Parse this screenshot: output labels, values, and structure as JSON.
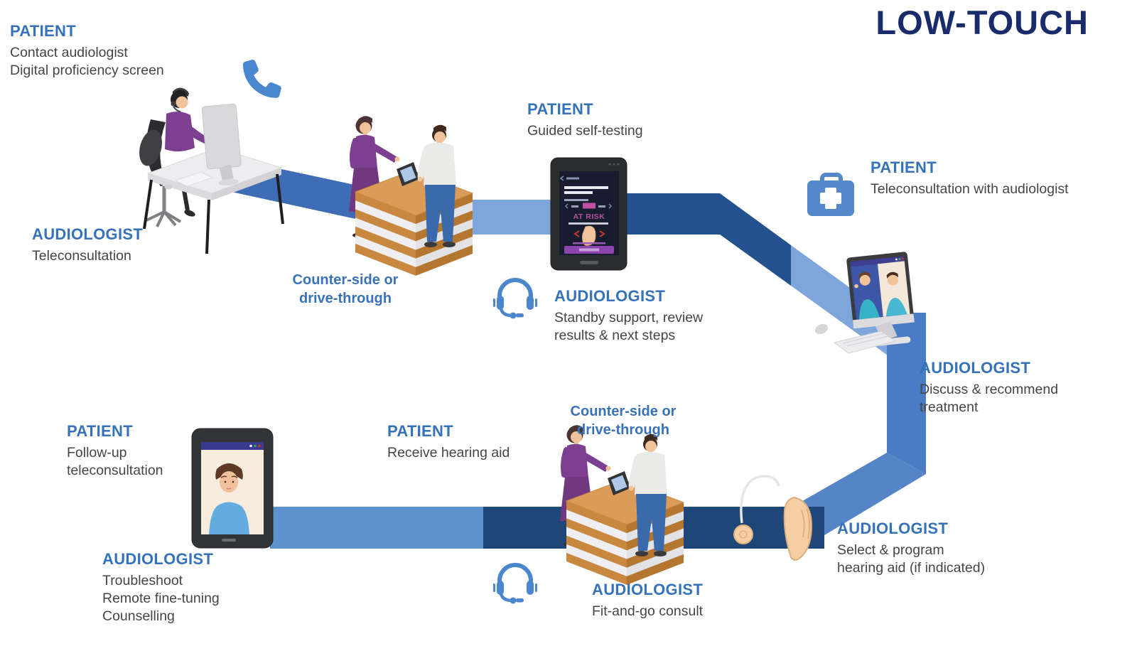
{
  "title": "LOW-TOUCH",
  "steps": [
    {
      "id": "patient-contact",
      "role": "PATIENT",
      "lines": [
        "Contact audiologist",
        "Digital proficiency screen"
      ]
    },
    {
      "id": "audiologist-teleconsultation",
      "role": "AUDIOLOGIST",
      "lines": [
        "Teleconsultation"
      ]
    },
    {
      "id": "counter-top",
      "lines": [
        "Counter-side or",
        "drive-through"
      ]
    },
    {
      "id": "patient-self-testing",
      "role": "PATIENT",
      "lines": [
        "Guided self-testing"
      ]
    },
    {
      "id": "audiologist-standby",
      "role": "AUDIOLOGIST",
      "lines": [
        "Standby support, review",
        "results & next steps"
      ]
    },
    {
      "id": "patient-teleconsultation",
      "role": "PATIENT",
      "lines": [
        "Teleconsultation with audiologist"
      ]
    },
    {
      "id": "audiologist-discuss",
      "role": "AUDIOLOGIST",
      "lines": [
        "Discuss & recommend",
        "treatment"
      ]
    },
    {
      "id": "audiologist-select-program",
      "role": "AUDIOLOGIST",
      "lines": [
        "Select & program",
        "hearing aid (if indicated)"
      ]
    },
    {
      "id": "counter-bottom",
      "lines": [
        "Counter-side or",
        "drive-through"
      ]
    },
    {
      "id": "audiologist-fit-and-go",
      "role": "AUDIOLOGIST",
      "lines": [
        "Fit-and-go consult"
      ]
    },
    {
      "id": "patient-receive",
      "role": "PATIENT",
      "lines": [
        "Receive hearing aid"
      ]
    },
    {
      "id": "patient-follow-up",
      "role": "PATIENT",
      "lines": [
        "Follow-up",
        "teleconsultation"
      ]
    },
    {
      "id": "audiologist-troubleshoot",
      "role": "AUDIOLOGIST",
      "lines": [
        "Troubleshoot",
        "Remote fine-tuning",
        "Counselling"
      ]
    }
  ],
  "tablet_screen": {
    "status": "AT RISK"
  },
  "icons": {
    "phone": "phone-icon",
    "headset": "headset-icon",
    "first_aid": "first-aid-kit-icon"
  },
  "colors": {
    "title": "#1A2B6B",
    "role_heading": "#3572B9",
    "body_text": "#454545",
    "counter_label": "#3A72B8",
    "icon_blue": "#4B87CD",
    "ribbon_dark": "#24528F",
    "ribbon_medium": "#3E6DB5",
    "ribbon_light": "#7FA6DB",
    "ribbon_vertical": "#4A7CC5",
    "ribbon_diagonal": "#5584C7",
    "ribbon_bottom_dark": "#1E4679",
    "ribbon_bottom_light": "#5E92CE"
  }
}
